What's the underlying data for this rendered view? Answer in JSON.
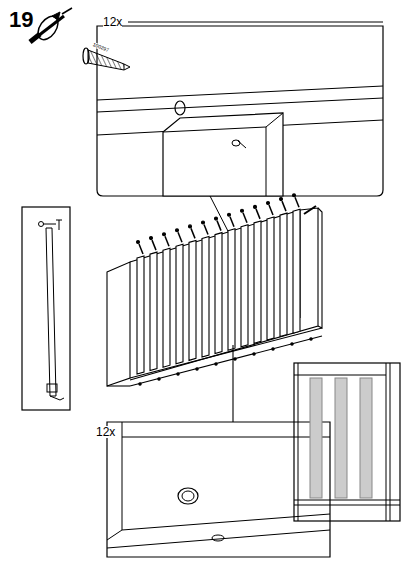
{
  "diagram": {
    "labels": [
      "19",
      "12x",
      "100297",
      "12x"
    ]
  }
}
